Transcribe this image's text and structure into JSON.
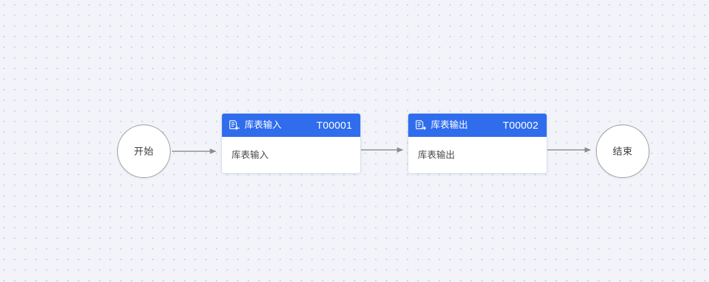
{
  "canvas": {
    "background_color": "#f2f4fa",
    "dot_color": "#b0bad0",
    "grid_spacing": 15
  },
  "theme": {
    "accent": "#2f6ded",
    "header_text": "#ffffff",
    "body_text": "#4a4a4a",
    "circle_border": "#9a9a9a",
    "edge_color": "#8c8c8c"
  },
  "nodes": {
    "start": {
      "label": "开始",
      "shape": "circle",
      "name": "start-node"
    },
    "end": {
      "label": "结束",
      "shape": "circle",
      "name": "end-node"
    },
    "tasks": [
      {
        "icon": "table-import-icon",
        "title": "库表输入",
        "id": "T00001",
        "body": "库表输入"
      },
      {
        "icon": "table-export-icon",
        "title": "库表输出",
        "id": "T00002",
        "body": "库表输出"
      }
    ]
  },
  "edges": [
    {
      "from": "开始",
      "to": "T00001",
      "arrow": "right"
    },
    {
      "from": "T00001",
      "to": "T00002",
      "arrow": "right"
    },
    {
      "from": "T00002",
      "to": "结束",
      "arrow": "right"
    }
  ]
}
